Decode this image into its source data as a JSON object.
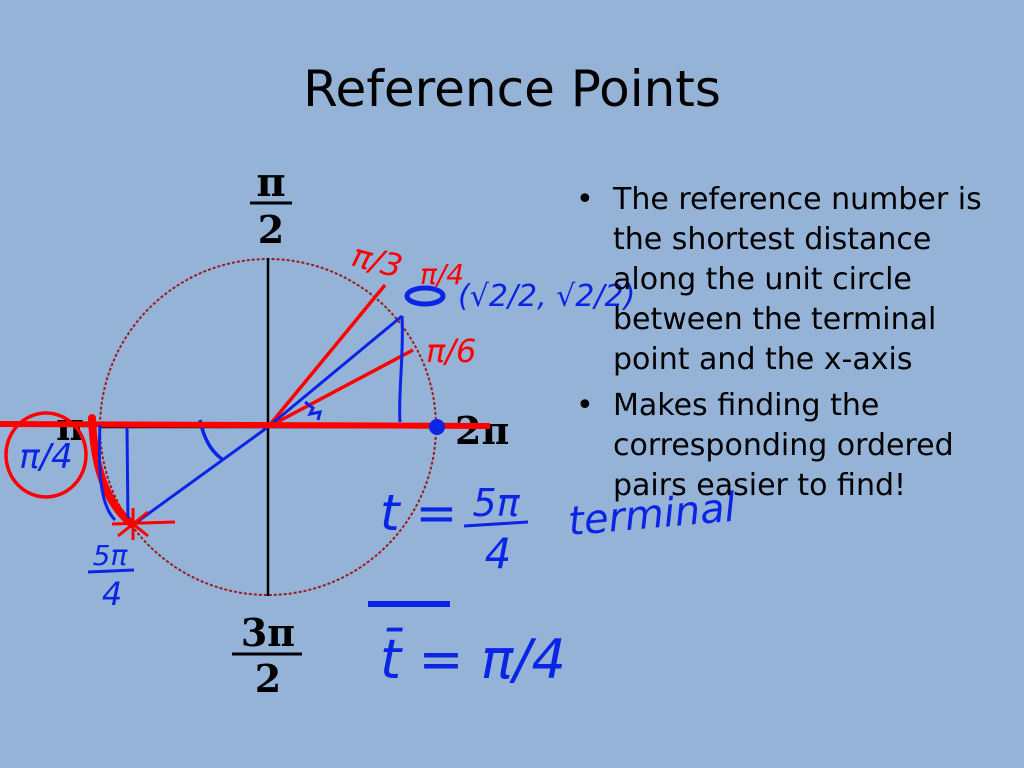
{
  "slide": {
    "title": "Reference Points",
    "bullets": [
      "The reference number is the shortest distance along the unit circle between the terminal point and the x-axis",
      "Makes finding the corresponding ordered pairs easier to find!"
    ]
  },
  "diagram": {
    "printed_labels": {
      "top_num": "π",
      "top_den": "2",
      "left": "π",
      "right": "2π",
      "bottom_num": "3π",
      "bottom_den": "2"
    },
    "handwritten": {
      "pi_over_3": "π/3",
      "pi_over_4": "π/4",
      "pi_over_6": "π/6",
      "coordinate": "(√2/2, √2/2)",
      "circled_left": "π/4",
      "five_pi_over_4_num": "5π",
      "five_pi_over_4_den": "4",
      "t_equation": "t =",
      "t_value_num": "5π",
      "t_value_den": "4",
      "terminal": "terminal",
      "tbar_equation": "t̄ = π/4"
    },
    "colors": {
      "circle": "#9b1c1c",
      "axes": "#000000",
      "red_ink": "#ff0000",
      "blue_ink": "#0b25e6"
    }
  }
}
